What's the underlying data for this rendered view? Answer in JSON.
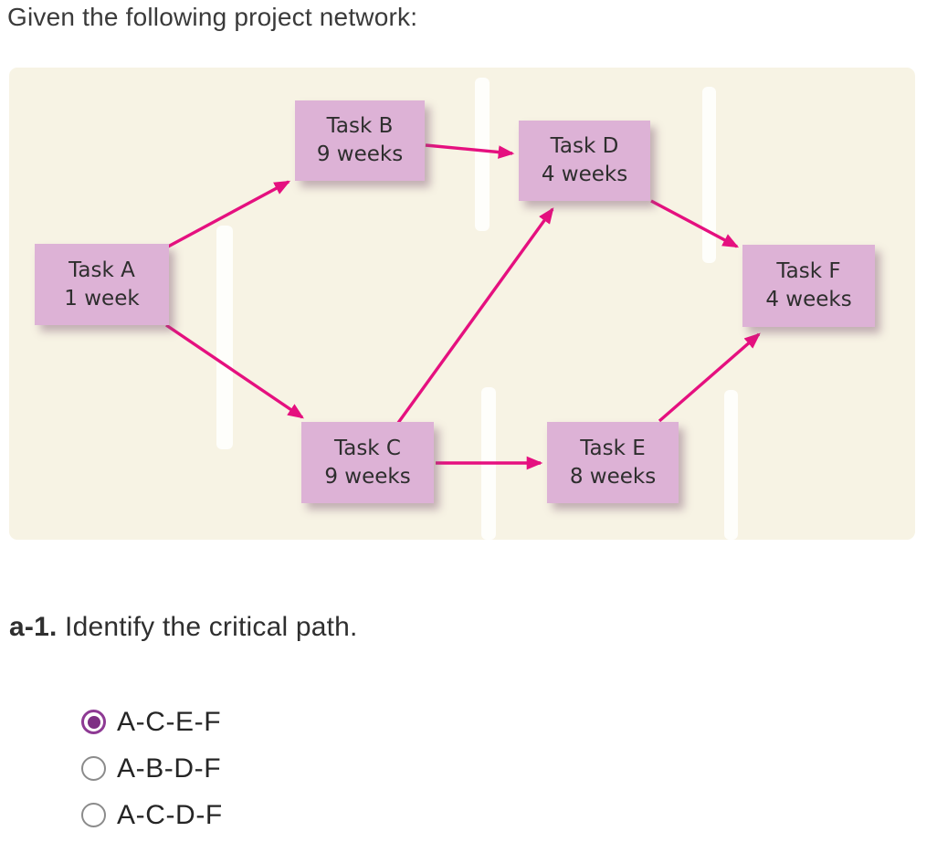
{
  "title": "Given the following project network:",
  "colors": {
    "page-bg": "#ffffff",
    "diagram-bg": "#f7f3e4",
    "node-bg": "#ddb2d6",
    "node-text": "#2e2e2e",
    "arrow": "#e5107f",
    "title-text": "#3a3a3a",
    "body-text": "#2f2f2f",
    "radio-selected": "#8e3a94",
    "radio-dot": "#7e2f84",
    "radio-unselected-border": "#8b8b8b"
  },
  "diagram": {
    "nodes": [
      {
        "id": "A",
        "name": "Task A",
        "duration": "1 week"
      },
      {
        "id": "B",
        "name": "Task B",
        "duration": "9 weeks"
      },
      {
        "id": "C",
        "name": "Task C",
        "duration": "9 weeks"
      },
      {
        "id": "D",
        "name": "Task D",
        "duration": "4 weeks"
      },
      {
        "id": "E",
        "name": "Task E",
        "duration": "8 weeks"
      },
      {
        "id": "F",
        "name": "Task F",
        "duration": "4 weeks"
      }
    ],
    "edges": [
      "A-B",
      "A-C",
      "B-D",
      "C-D",
      "C-E",
      "D-F",
      "E-F"
    ]
  },
  "question": {
    "number": "a-1.",
    "text": " Identify the critical path."
  },
  "options": [
    {
      "label": "A-C-E-F",
      "selected": true
    },
    {
      "label": "A-B-D-F",
      "selected": false
    },
    {
      "label": "A-C-D-F",
      "selected": false
    }
  ]
}
